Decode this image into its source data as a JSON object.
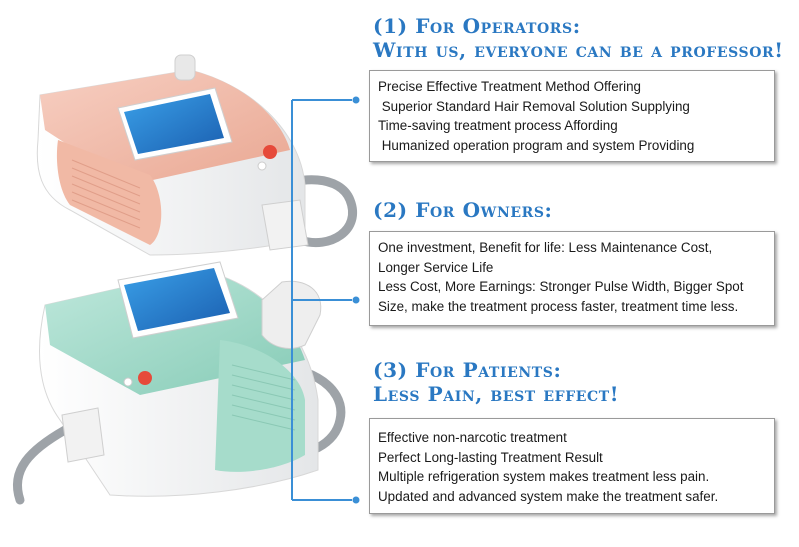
{
  "sections": [
    {
      "heading_lines": [
        "(1) For Operators:",
        "With us, everyone can be a professor!"
      ],
      "lines": [
        "Precise Effective Treatment Method Offering",
        " Superior Standard Hair Removal Solution Supplying",
        "Time-saving treatment process Affording",
        " Humanized operation program and system Providing"
      ]
    },
    {
      "heading_lines": [
        "(2) For Owners:"
      ],
      "lines": [
        "One investment, Benefit for life: Less Maintenance Cost,",
        "Longer Service Life",
        "Less Cost, More Earnings: Stronger Pulse Width, Bigger Spot",
        "Size, make the treatment process faster, treatment time less."
      ]
    },
    {
      "heading_lines": [
        "(3) For Patients:",
        "Less Pain, best effect!"
      ],
      "lines": [
        "Effective non-narcotic treatment",
        "Perfect Long-lasting Treatment Result",
        "Multiple refrigeration system makes treatment less pain.",
        "Updated and advanced system make the treatment safer."
      ]
    }
  ],
  "colors": {
    "heading": "#2a78c2",
    "connector": "#3a8fd6",
    "pink_machine": "#f2b7a6",
    "green_machine": "#9fd9c8",
    "box_border": "#9a9a9a"
  }
}
